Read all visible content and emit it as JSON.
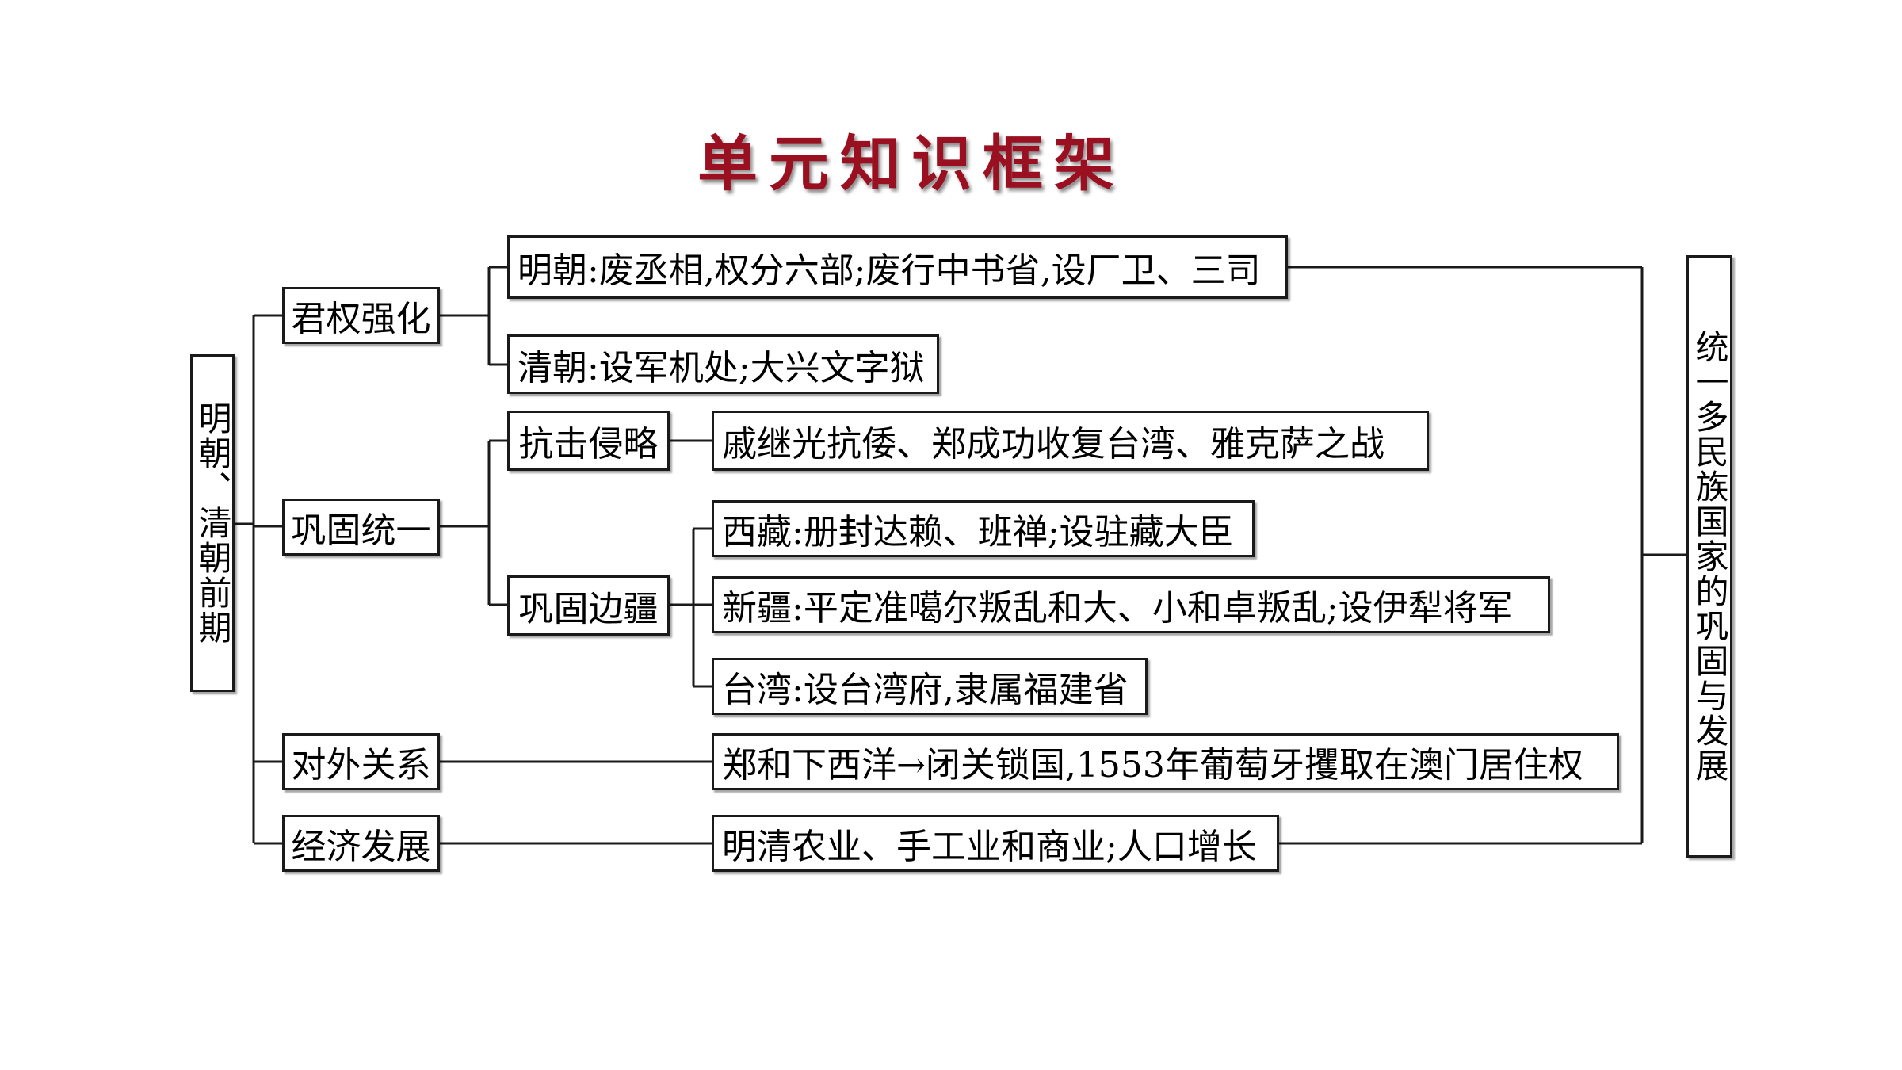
{
  "title": "单元知识框架",
  "left_label": "明朝、清朝前期",
  "right_label": "统一多民族国家的巩固与发展",
  "categories": {
    "monarchy": "君权强化",
    "unification": "巩固统一",
    "foreign": "对外关系",
    "economy": "经济发展"
  },
  "subcategories": {
    "resist": "抗击侵略",
    "frontier": "巩固边疆"
  },
  "items": {
    "ming": "明朝:废丞相,权分六部;废行中书省,设厂卫、三司",
    "qing": "清朝:设军机处;大兴文字狱",
    "resist": "戚继光抗倭、郑成功收复台湾、雅克萨之战",
    "tibet": "西藏:册封达赖、班禅;设驻藏大臣",
    "xinjiang": "新疆:平定准噶尔叛乱和大、小和卓叛乱;设伊犁将军",
    "taiwan": "台湾:设台湾府,隶属福建省",
    "foreign": "郑和下西洋→闭关锁国,1553年葡萄牙攫取在澳门居住权",
    "economy": "明清农业、手工业和商业;人口增长"
  }
}
